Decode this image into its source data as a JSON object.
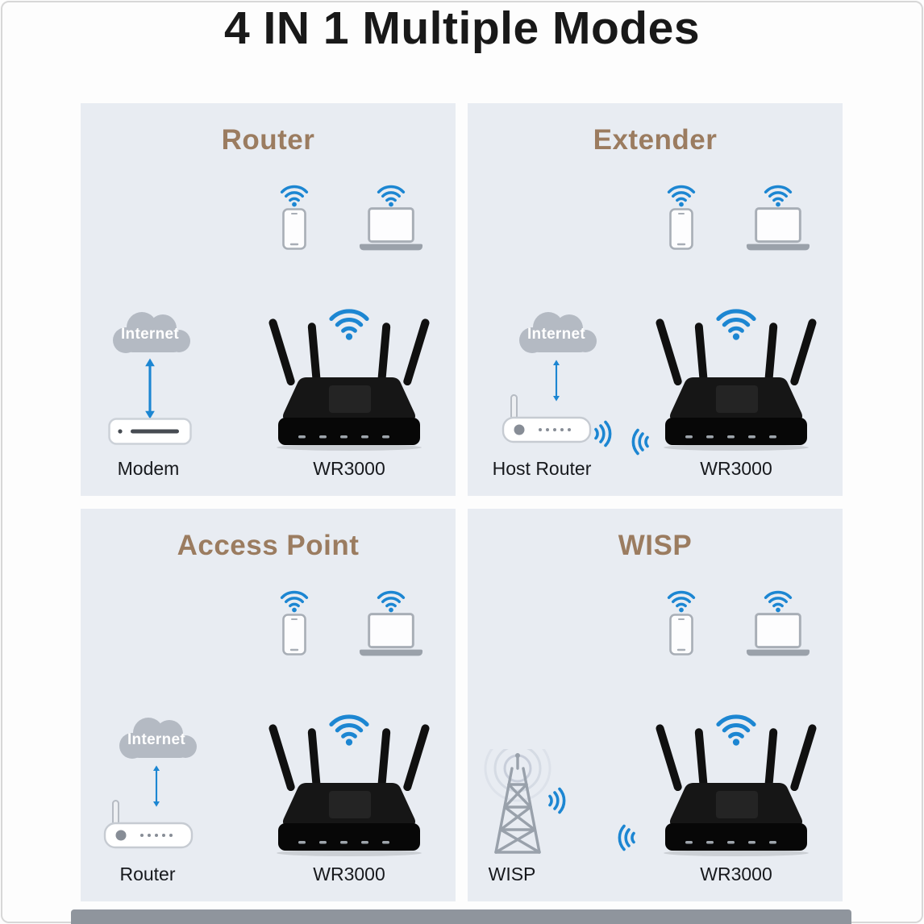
{
  "title": "4 IN 1 Multiple Modes",
  "cloud_label": "Internet",
  "router_model": "WR3000",
  "panels": [
    {
      "title": "Router",
      "source_label": "Modem",
      "router_label": "WR3000",
      "has_internet_cloud": true,
      "connection": "wired"
    },
    {
      "title": "Extender",
      "source_label": "Host Router",
      "router_label": "WR3000",
      "has_internet_cloud": true,
      "connection": "wireless"
    },
    {
      "title": "Access Point",
      "source_label": "Router",
      "router_label": "WR3000",
      "has_internet_cloud": true,
      "connection": "wired"
    },
    {
      "title": "WISP",
      "source_label": "WISP",
      "router_label": "WR3000",
      "has_internet_cloud": false,
      "connection": "wireless"
    }
  ],
  "icons": {
    "wifi": "wifi-signal-arcs",
    "phone": "smartphone-outline",
    "laptop": "laptop-outline",
    "cloud": "internet-cloud",
    "arrow": "double-headed-arrow",
    "waves": "radio-wave-arcs",
    "modem": "modem-box",
    "white_router": "host-router-with-antenna",
    "black_router": "wr3000-four-antenna-router",
    "tower": "wisp-antenna-tower"
  },
  "colors": {
    "accent_blue": "#1c86d2",
    "panel_bg": "#e8ecf2",
    "panel_title": "#9b7c60",
    "label_text": "#17191d",
    "cloud_gray": "#b4bac3",
    "page_bg": "#fdfdfd"
  }
}
